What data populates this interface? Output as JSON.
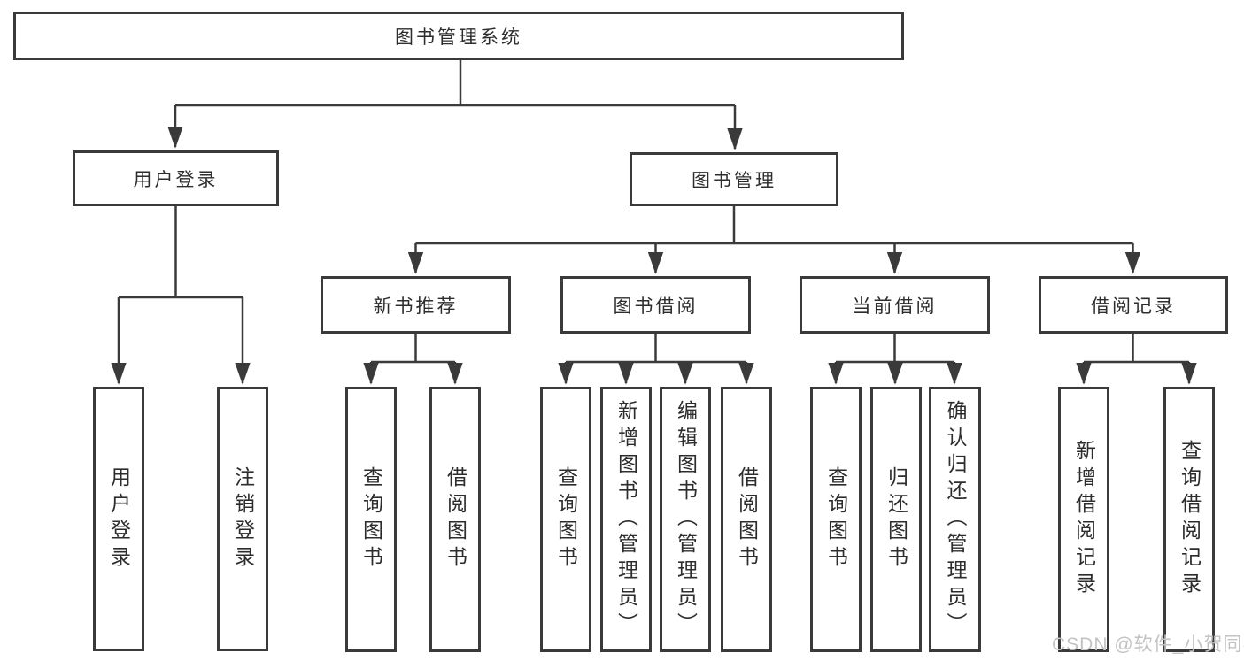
{
  "diagram": {
    "title": "图书管理系统"
  },
  "tree": {
    "root": "图书管理系统",
    "user_login": {
      "label": "用户登录",
      "children": [
        "用户登录",
        "注销登录"
      ]
    },
    "book_mgmt": {
      "label": "图书管理",
      "sections": [
        {
          "label": "新书推荐",
          "children": [
            "查询图书",
            "借阅图书"
          ]
        },
        {
          "label": "图书借阅",
          "children": [
            "查询图书",
            "新增图书（管理员）",
            "编辑图书（管理员）",
            "借阅图书"
          ]
        },
        {
          "label": "当前借阅",
          "children": [
            "查询图书",
            "归还图书",
            "确认归还（管理员）"
          ]
        },
        {
          "label": "借阅记录",
          "children": [
            "新增借阅记录",
            "查询借阅记录"
          ]
        }
      ]
    }
  },
  "watermark": "CSDN @软件_小贺同学",
  "colors": {
    "line": "#3a3a3a",
    "box_border": "#3a3a3a",
    "box_fill": "#ffffff",
    "text": "#2d2d2d",
    "watermark": "#c3c3c3",
    "background": "#ffffff"
  }
}
